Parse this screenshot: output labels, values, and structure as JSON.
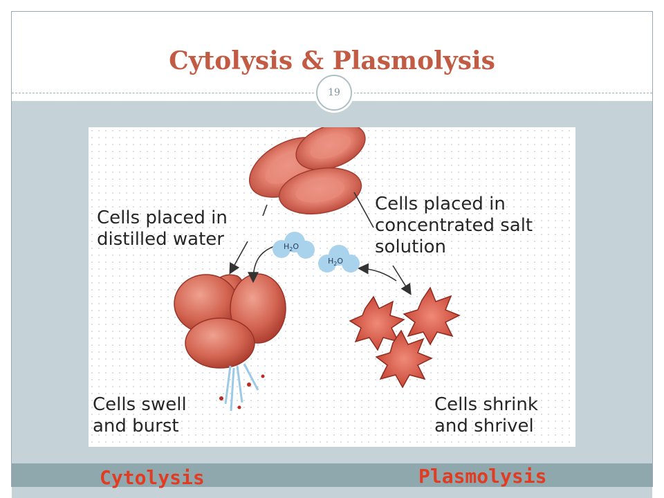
{
  "slide": {
    "title": "Cytolysis & Plasmolysis",
    "page_number": "19"
  },
  "figure": {
    "label_top_left": [
      "Cells placed in",
      "distilled water"
    ],
    "label_top_right": [
      "Cells placed in",
      "concentrated salt",
      "solution"
    ],
    "label_bottom_left": [
      "Cells swell",
      "and burst"
    ],
    "label_bottom_right": [
      "Cells shrink",
      "and shrivel"
    ],
    "water_molecule": {
      "base": "H",
      "sub": "2",
      "end": "O"
    }
  },
  "captions": {
    "left": "Cytolysis",
    "right": "Plasmolysis"
  },
  "colors": {
    "title": "#c25b43",
    "caption": "#e23b22",
    "cell_fill": "#d96a5a",
    "water_fill": "#a9d2ec"
  }
}
